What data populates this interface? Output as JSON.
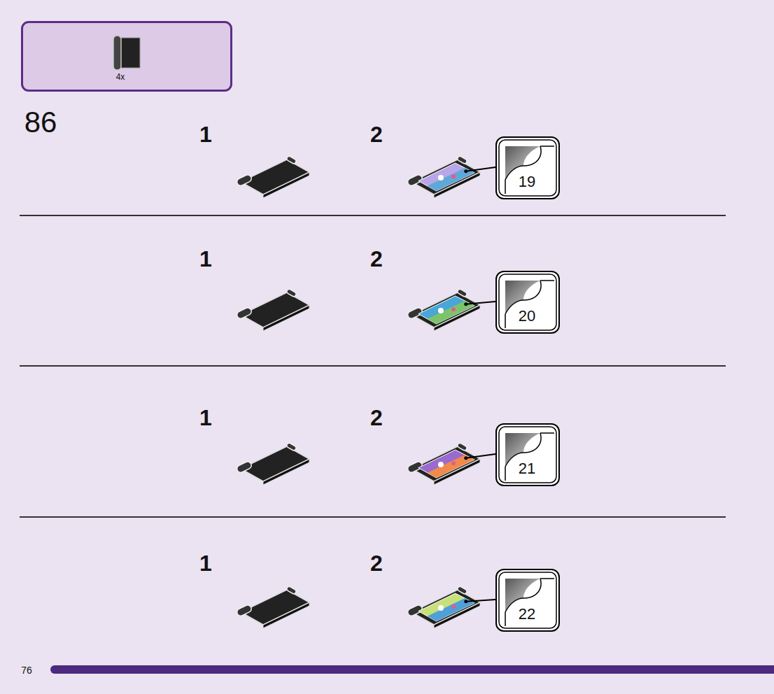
{
  "diagram": {
    "nodes": [
      {
        "text": [
          "4x"
        ]
      },
      {
        "text": [
          "19"
        ]
      },
      {
        "text": [
          "20"
        ]
      },
      {
        "text": [
          "21"
        ]
      },
      {
        "text": [
          "22"
        ]
      }
    ],
    "labels": [
      "86",
      "1",
      "2",
      "1",
      "2",
      "1",
      "2",
      "1",
      "2",
      "76"
    ]
  }
}
